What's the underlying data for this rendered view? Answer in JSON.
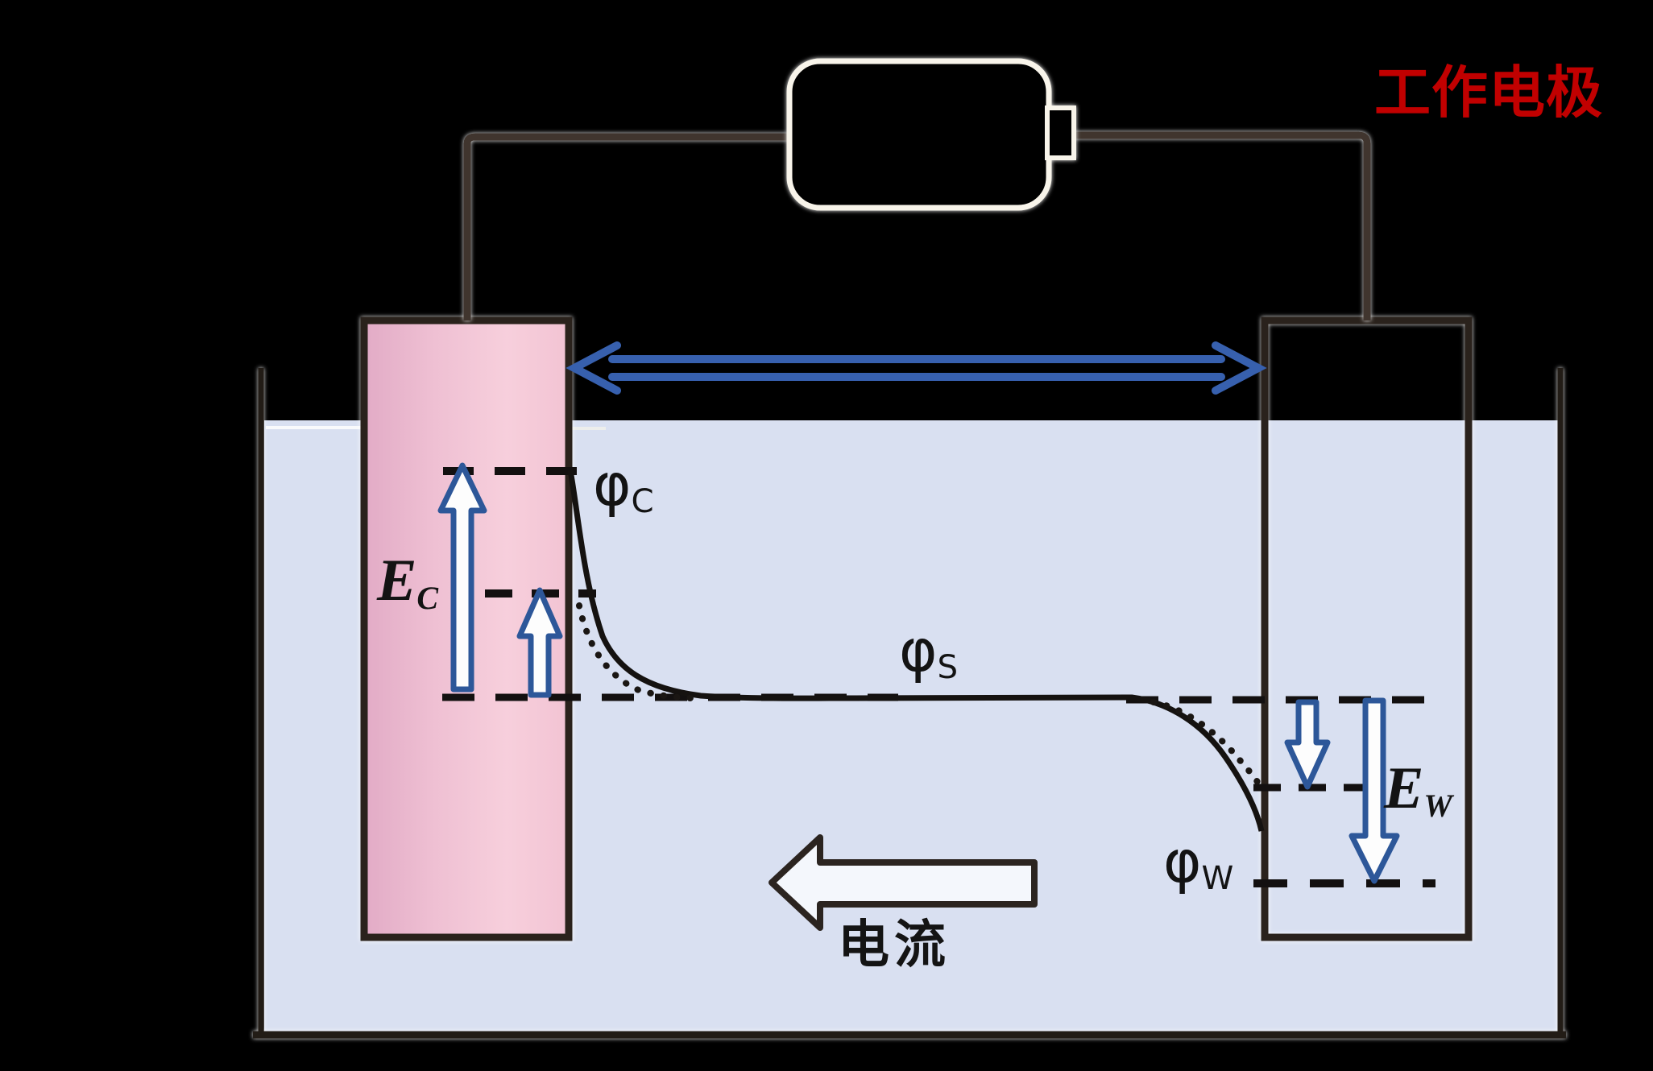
{
  "diagram": {
    "working_electrode_label": "工作电极",
    "current_label": "电流",
    "potential_labels": {
      "phi_c": {
        "base": "φ",
        "sub": "C"
      },
      "phi_s": {
        "base": "φ",
        "sub": "S"
      },
      "phi_w": {
        "base": "φ",
        "sub": "W"
      }
    },
    "electrode_potential_labels": {
      "e_c": {
        "base": "E",
        "sub": "C"
      },
      "e_w": {
        "base": "E",
        "sub": "W"
      }
    },
    "colors": {
      "background": "#000000",
      "electrolyte_blue": "#d9e0f1",
      "counter_electrode_pink": "#f0c2d4",
      "electrode_border_dark": "#2a211c",
      "outlined_arrow_blue": "#3760ae",
      "potential_arrow_stroke_blue": "#2d5799",
      "working_electrode_red": "#c10000",
      "current_arrow_fill": "#f4f7fc",
      "curve_black": "#151210",
      "power_supply_outline": "#f8f4ea"
    }
  }
}
